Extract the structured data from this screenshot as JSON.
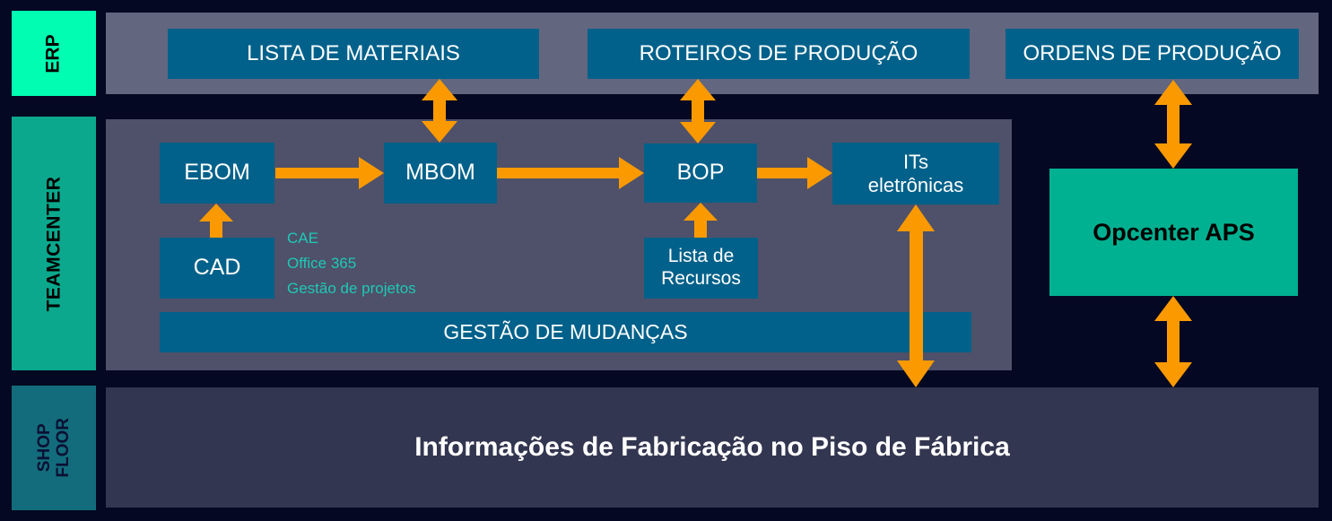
{
  "erp": {
    "lane_label": "ERP",
    "boxes": [
      {
        "label": "LISTA DE MATERIAIS"
      },
      {
        "label": "ROTEIROS DE PRODUÇÃO"
      },
      {
        "label": "ORDENS DE PRODUÇÃO"
      }
    ]
  },
  "teamcenter": {
    "lane_label": "TEAMCENTER",
    "ebom": "EBOM",
    "mbom": "MBOM",
    "bop": "BOP",
    "its": "ITs eletrônicas",
    "cad": "CAD",
    "lista_recursos": "Lista de Recursos",
    "gestao_mudancas": "GESTÃO DE MUDANÇAS",
    "tools": [
      "CAE",
      "Office 365",
      "Gestão de projetos"
    ]
  },
  "opcenter": {
    "label": "Opcenter APS"
  },
  "shopfloor": {
    "lane_label": "SHOP\nFLOOR",
    "title": "Informações de Fabricação no Piso de Fábrica"
  },
  "edges": [
    {
      "from": "CAD",
      "to": "EBOM",
      "style": "arrow-up"
    },
    {
      "from": "EBOM",
      "to": "MBOM",
      "style": "arrow-right"
    },
    {
      "from": "MBOM",
      "to": "BOP",
      "style": "arrow-right"
    },
    {
      "from": "BOP",
      "to": "ITs eletrônicas",
      "style": "arrow-right"
    },
    {
      "from": "Lista de Recursos",
      "to": "BOP",
      "style": "arrow-up"
    },
    {
      "from": "MBOM",
      "to": "LISTA DE MATERIAIS",
      "style": "double-arrow"
    },
    {
      "from": "BOP",
      "to": "ROTEIROS DE PRODUÇÃO",
      "style": "double-arrow"
    },
    {
      "from": "ITs eletrônicas",
      "to": "Informações de Fabricação no Piso de Fábrica",
      "style": "double-arrow"
    },
    {
      "from": "ORDENS DE PRODUÇÃO",
      "to": "Opcenter APS",
      "style": "double-arrow"
    },
    {
      "from": "Opcenter APS",
      "to": "Informações de Fabricação no Piso de Fábrica",
      "style": "double-arrow"
    }
  ],
  "colors": {
    "background": "#050822",
    "erp_band_gray": "#62667F",
    "teamcenter_panel_gray": "#4E5169",
    "shopfloor_band_navy": "#333650",
    "box_blue": "#02618A",
    "erp_lane_green": "#00FDB2",
    "teamcenter_lane_green": "#0BA88D",
    "shopfloor_lane_teal": "#136C7B",
    "opcenter_green": "#00B191",
    "arrow_orange": "#FB9A00",
    "tools_cyan": "#1FC8B6"
  }
}
